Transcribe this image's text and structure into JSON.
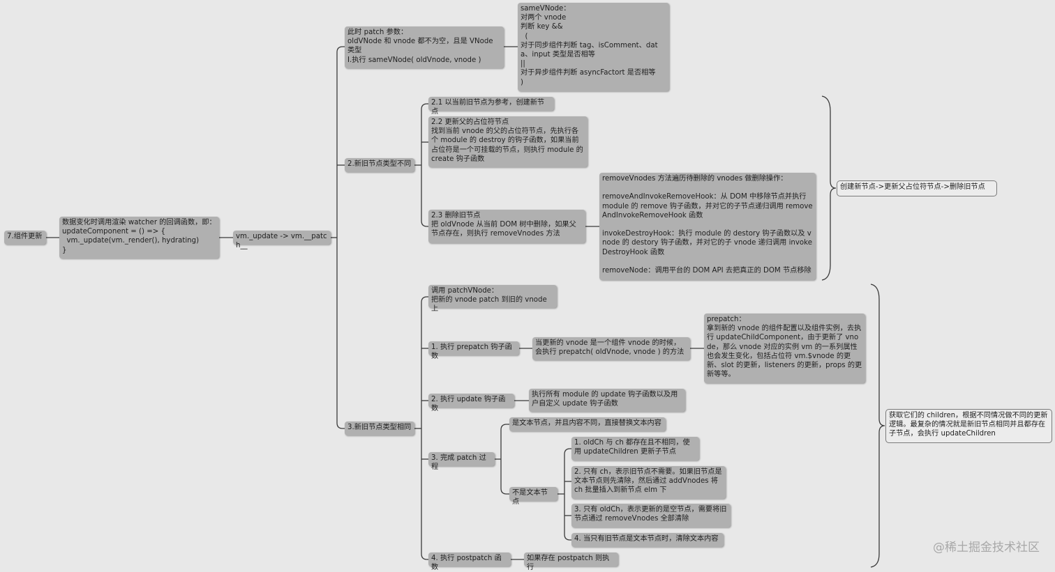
{
  "nodes": {
    "root": "7.组件更新",
    "watcher": "数据变化时调用渲染 watcher 的回调函数，即：\nupdateComponent = () => {\n  vm._update(vm._render(), hydrating)\n}",
    "vm_update": "vm._update -> vm.__patch__",
    "step1": "此时 patch 参数：\noldVNode 和 vnode 都不为空，且是 VNode 类型\nI.执行 sameVNode( oldVnode, vnode )",
    "same_vnode": "sameVNode：\n对两个 vnode\n判断 key &&\n  (\n对于同步组件判断 tag、isComment、data、input 类型是否相等\n||\n对于异步组件判断 asyncFactort 是否相等\n)",
    "step2": "2.新旧节点类型不同",
    "s2_1": "2.1 以当前旧节点为参考，创建新节点",
    "s2_2": "2.2 更新父的占位符节点\n找到当前 vnode 的父的占位符节点，先执行各个 module 的 destroy 的钩子函数，如果当前占位符是一个可挂载的节点，则执行 module 的 create 钩子函数",
    "s2_3": "2.3 删除旧节点\n把 oldVnode 从当前 DOM 树中删除，如果父节点存在，则执行 removeVnodes 方法",
    "remove_vnodes": "removeVnodes 方法遍历待删除的 vnodes 做删除操作：\n\nremoveAndInvokeRemoveHook：从 DOM 中移除节点并执行 module 的 remove 钩子函数，并对它的子节点递归调用 removeAndInvokeRemoveHook 函数\n\ninvokeDestroyHook：执行 module 的 destory 钩子函数以及 vnode 的 destory 钩子函数，并对它的子 vnode 递归调用 invokeDestroyHook 函数\n\nremoveNode：调用平台的 DOM API 去把真正的 DOM 节点移除",
    "summary2": "创建新节点->更新父占位符节点->删除旧节点",
    "step3": "3.新旧节点类型相同",
    "s3_call": "调用 patchVNode：\n把新的 vnode patch 到旧的 vnode 上",
    "s3_1": "1. 执行 prepatch 钩子函数",
    "s3_1_desc": "当更新的 vnode 是一个组件 vnode 的时候，会执行 prepatch( oldVnode, vnode ) 的方法",
    "prepatch": "prepatch：\n拿到新的 vnode 的组件配置以及组件实例，去执行 updateChildComponent，由于更新了 vnode，那么 vnode 对应的实例 vm 的一系列属性也会发生变化，包括占位符 vm.$vnode 的更新、slot 的更新，listeners 的更新，props 的更新等等。",
    "s3_2": "2. 执行 update 钩子函数",
    "s3_2_desc": "执行所有 module 的 update 钩子函数以及用户自定义 update 钩子函数",
    "s3_3": "3. 完成 patch 过程",
    "text_node": "是文本节点，并且内容不同，直接替换文本内容",
    "not_text": "不是文本节点",
    "c1": "1. oldCh 与 ch 都存在且不相同，使用 updateChildren 更新子节点",
    "c2": "2. 只有 ch，表示旧节点不需要。如果旧节点是文本节点则先清除，然后通过 addVnodes 将 ch 批量插入到新节点 elm 下",
    "c3": "3. 只有 oldCh，表示更新的是空节点，需要将旧节点通过 removeVnodes 全部清除",
    "c4": "4. 当只有旧节点是文本节点时，清除文本内容",
    "s3_4": "4. 执行 postpatch 函数",
    "s3_4_desc": "如果存在 postpatch 则执行",
    "summary3": "获取它们的 children，根据不同情况做不同的更新逻辑。最复杂的情况就是新旧节点相同并且都存在子节点，会执行 updateChildren"
  },
  "watermark": "@稀土掘金技术社区",
  "colors": {
    "background": "#e8e8e8",
    "node_fill": "#b0b0b0",
    "line": "#3a3a3a",
    "summary_border": "#7a7a7a"
  }
}
